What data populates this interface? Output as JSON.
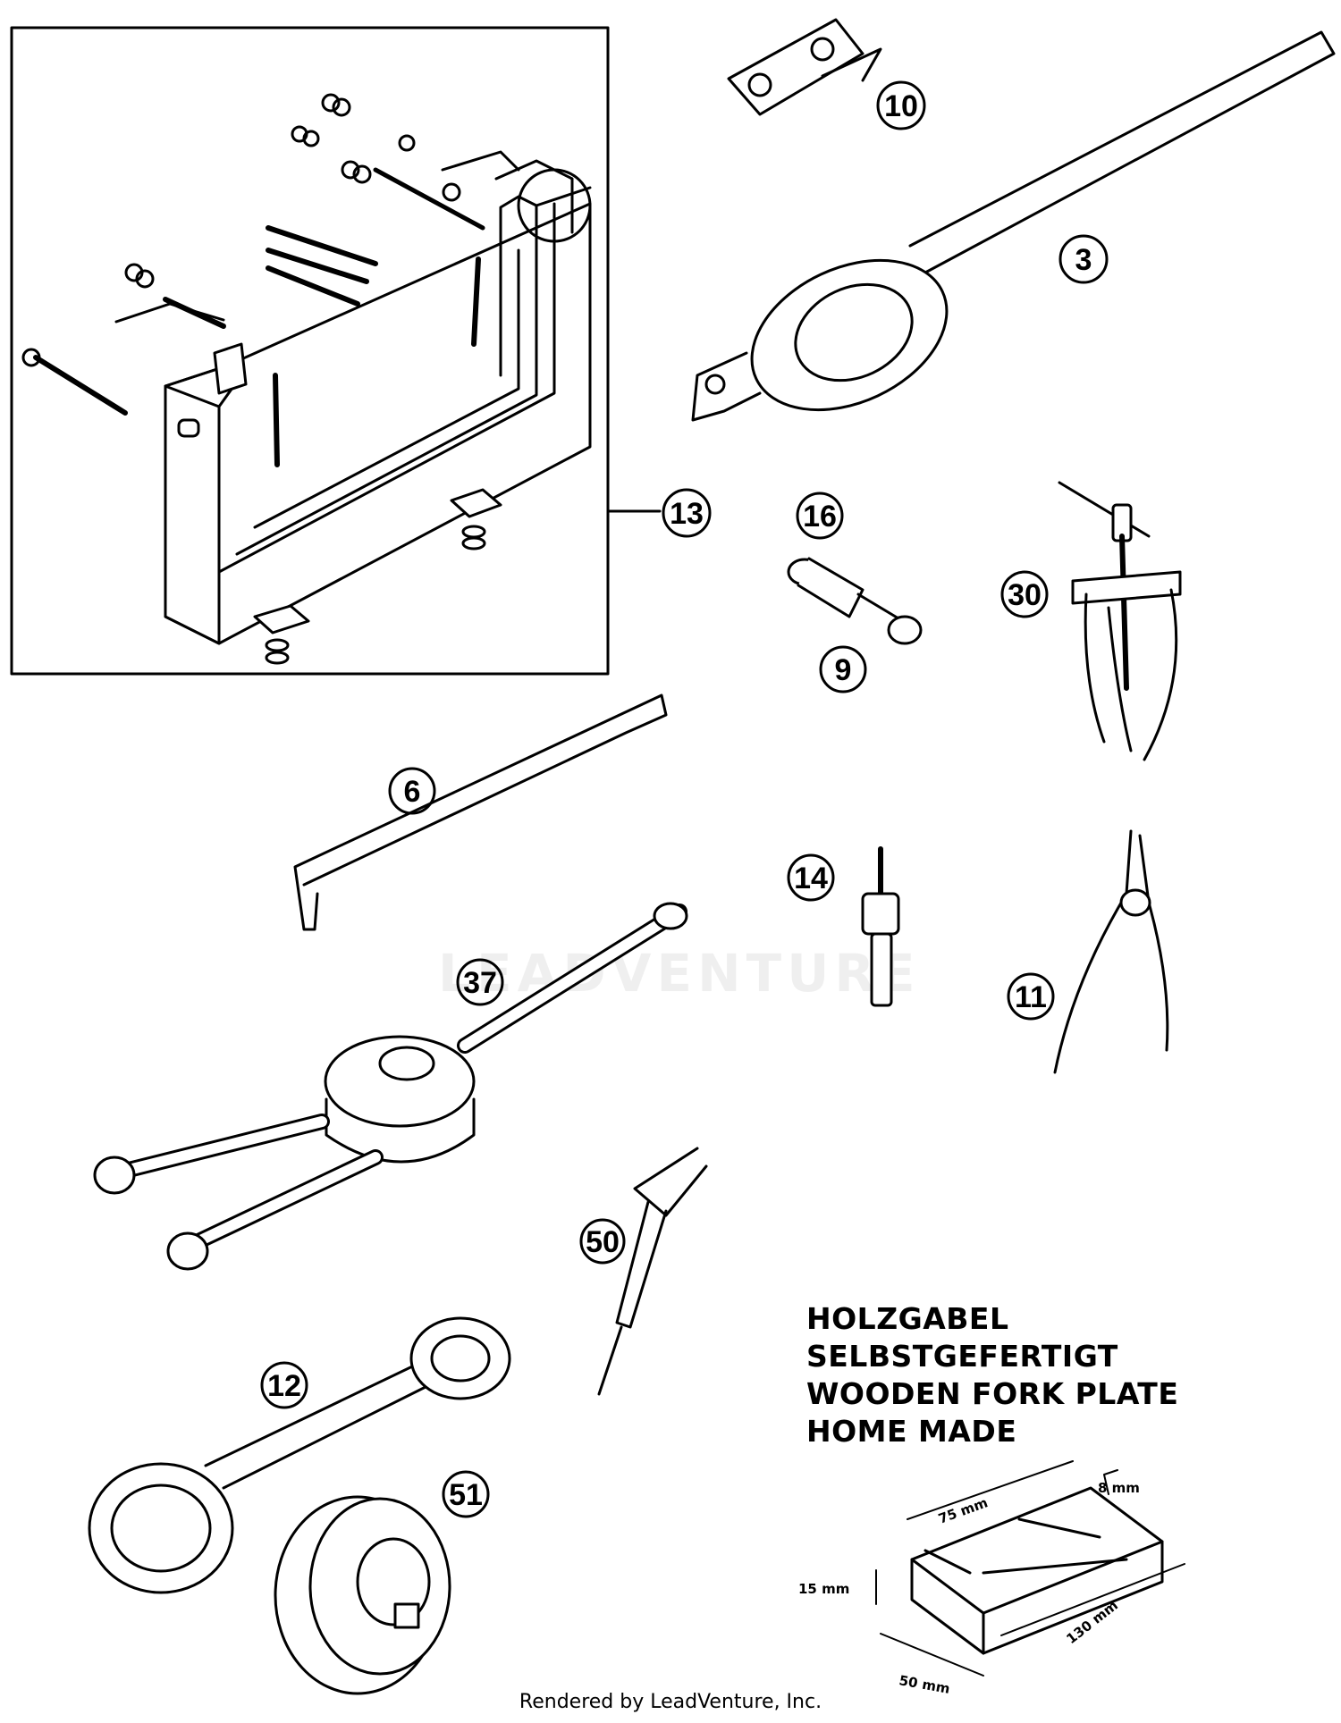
{
  "callouts": [
    {
      "id": "c10",
      "label": "10"
    },
    {
      "id": "c3",
      "label": "3"
    },
    {
      "id": "c13",
      "label": "13"
    },
    {
      "id": "c16",
      "label": "16"
    },
    {
      "id": "c9",
      "label": "9"
    },
    {
      "id": "c30",
      "label": "30"
    },
    {
      "id": "c6",
      "label": "6"
    },
    {
      "id": "c14",
      "label": "14"
    },
    {
      "id": "c37",
      "label": "37"
    },
    {
      "id": "c11",
      "label": "11"
    },
    {
      "id": "c50",
      "label": "50"
    },
    {
      "id": "c12",
      "label": "12"
    },
    {
      "id": "c51",
      "label": "51"
    }
  ],
  "note": {
    "line1": "HOLZGABEL",
    "line2": "SELBSTGEFERTIGT",
    "line3": "WOODEN FORK PLATE",
    "line4": "HOME MADE"
  },
  "dimensions": {
    "width_top": "75 mm",
    "thickness_top": "8 mm",
    "height": "15 mm",
    "length": "130 mm",
    "width_bottom": "50 mm"
  },
  "watermark": "LEADVENTURE",
  "footer": "Rendered by LeadVenture, Inc."
}
